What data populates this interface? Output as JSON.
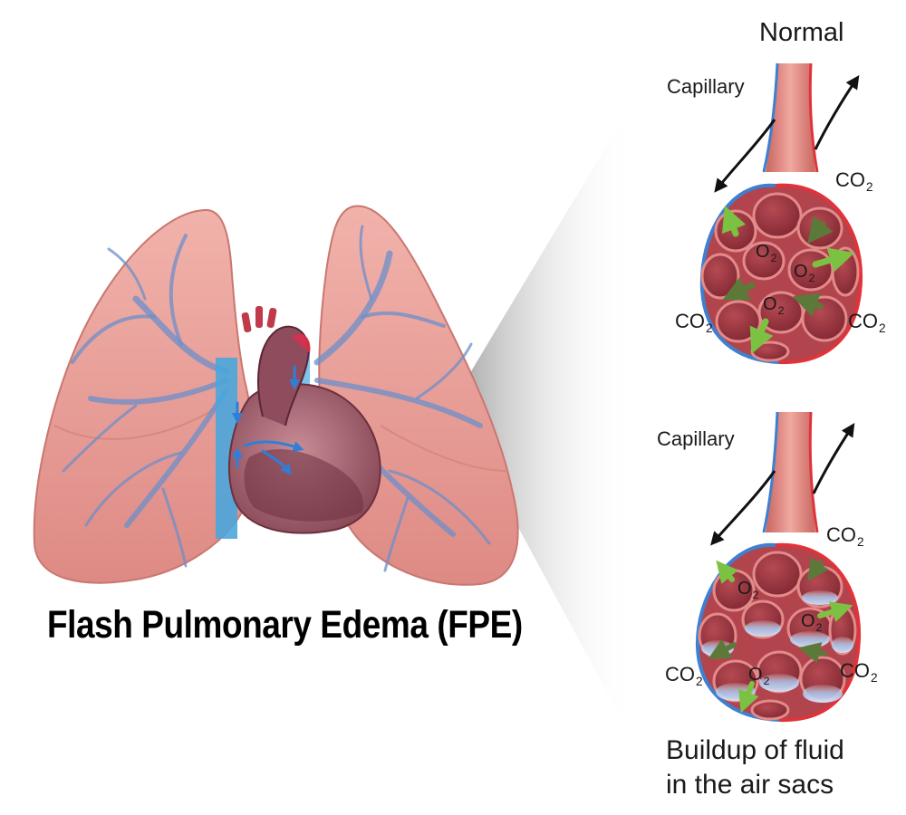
{
  "title": "Flash Pulmonary Edema (FPE)",
  "normal_panel": {
    "heading": "Normal",
    "capillary_label": "Capillary",
    "co2_labels": [
      "CO",
      "CO",
      "CO"
    ],
    "o2_labels": [
      "O",
      "O",
      "O"
    ],
    "subscript": "2"
  },
  "fluid_panel": {
    "capillary_label": "Capillary",
    "co2_labels": [
      "CO",
      "CO",
      "CO"
    ],
    "o2_labels": [
      "O",
      "O",
      "O"
    ],
    "subscript": "2",
    "caption_line1": "Buildup of fluid",
    "caption_line2": "in the air sacs"
  },
  "colors": {
    "lung": "#e79a93",
    "vessel_blue": "#3f7fcf",
    "vessel_red": "#e0333a",
    "sac": "#a33d46",
    "fluid": "#a9c6ee",
    "arrow_green": "#7cc242",
    "arrow_dark_green": "#5b7a3a"
  }
}
